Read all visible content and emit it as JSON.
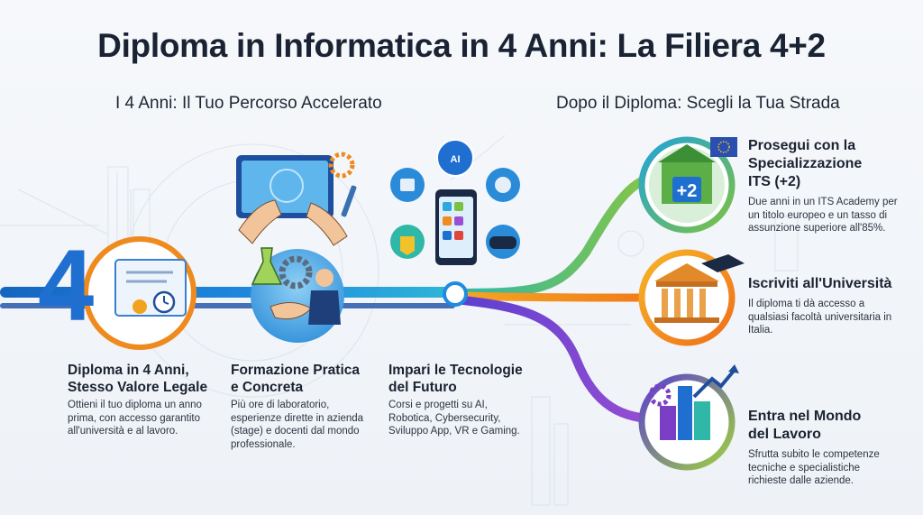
{
  "title": "Diploma in Informatica in 4 Anni: La Filiera 4+2",
  "left_heading": "I 4 Anni: Il Tuo Percorso Accelerato",
  "right_heading": "Dopo il Diploma: Scegli la Tua Strada",
  "icon_number": "4",
  "its_badge": "+2",
  "phone_ai_label": "AI",
  "steps": [
    {
      "title": "Diploma in 4 Anni, Stesso Valore Legale",
      "desc": "Ottieni il tuo diploma un anno prima, con accesso garantito all'università e al lavoro."
    },
    {
      "title": "Formazione Pratica e Concreta",
      "desc": "Più ore di laboratorio, esperienze dirette in azienda (stage) e docenti dal mondo professionale."
    },
    {
      "title": "Impari le Tecnologie del Futuro",
      "desc": "Corsi e progetti su AI, Robotica, Cybersecurity, Sviluppo App, VR e Gaming."
    }
  ],
  "paths": [
    {
      "title": "Prosegui con la Specializzazione ITS (+2)",
      "desc": "Due anni in un ITS Academy per un titolo europeo e un tasso di assunzione superiore all'85%."
    },
    {
      "title": "Iscriviti all'Università",
      "desc": "Il diploma ti dà accesso a qualsiasi facoltà universitaria in Italia."
    },
    {
      "title": "Entra nel Mondo del Lavoro",
      "desc": "Sfrutta subito le competenze tecniche e specialistiche richieste dalle aziende."
    }
  ],
  "icons": [
    "diploma-certificate-icon",
    "tablet-hands-icon",
    "handshake-lab-icon",
    "technology-phone-icon",
    "its-academy-icon",
    "university-icon",
    "city-growth-icon"
  ],
  "colors": {
    "blue": "#1f6fd1",
    "teal": "#1fb3a8",
    "green": "#7cc242",
    "orange": "#f28b1e",
    "purple": "#7a3fc4",
    "navy": "#1a2333"
  }
}
